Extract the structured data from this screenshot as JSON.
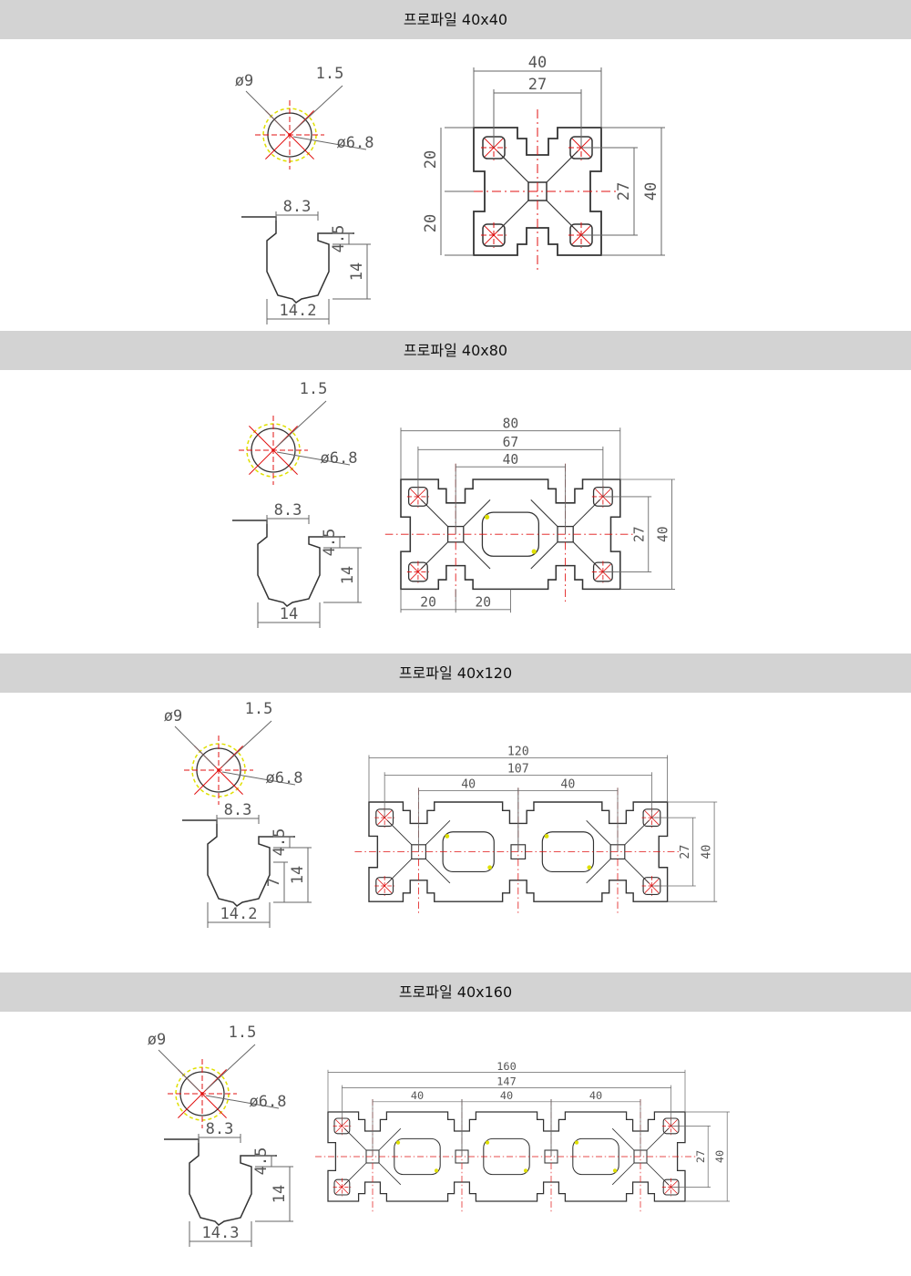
{
  "sections": [
    {
      "title": "프로파일 40x40",
      "slot": {
        "d1": "ø9",
        "d2": "1.5",
        "d3": "ø6.8",
        "w_top": "8.3",
        "h_top": "4.5",
        "h_mid": "",
        "h_total": "14",
        "w_bottom": "14.2"
      },
      "profile": {
        "pitches": [],
        "width": "40",
        "inner": "27",
        "height": "40",
        "v_inner": "27",
        "half_a": "20",
        "half_b": "20"
      }
    },
    {
      "title": "프로파일 40x80",
      "slot": {
        "d1": "",
        "d2": "1.5",
        "d3": "ø6.8",
        "w_top": "8.3",
        "h_top": "4.5",
        "h_mid": "",
        "h_total": "14",
        "w_bottom": "14"
      },
      "profile": {
        "pitches": [
          "40"
        ],
        "width": "80",
        "inner": "67",
        "height": "40",
        "v_inner": "27",
        "half_a": "20",
        "half_b": "20"
      }
    },
    {
      "title": "프로파일 40x120",
      "slot": {
        "d1": "ø9",
        "d2": "1.5",
        "d3": "ø6.8",
        "w_top": "8.3",
        "h_top": "4.5",
        "h_mid": "7",
        "h_total": "14",
        "w_bottom": "14.2"
      },
      "profile": {
        "pitches": [
          "40",
          "40"
        ],
        "width": "120",
        "inner": "107",
        "height": "40",
        "v_inner": "27",
        "half_a": "",
        "half_b": ""
      }
    },
    {
      "title": "프로파일 40x160",
      "slot": {
        "d1": "ø9",
        "d2": "1.5",
        "d3": "ø6.8",
        "w_top": "8.3",
        "h_top": "4.5",
        "h_mid": "",
        "h_total": "14",
        "w_bottom": "14.3"
      },
      "profile": {
        "pitches": [
          "40",
          "40",
          "40"
        ],
        "width": "160",
        "inner": "147",
        "height": "40",
        "v_inner": "27",
        "half_a": "",
        "half_b": ""
      }
    }
  ],
  "colors": {
    "band": "#d3d3d3",
    "outline": "#333333",
    "dim": "#666666",
    "center": "#e01010",
    "hatch": "#e0e000"
  }
}
